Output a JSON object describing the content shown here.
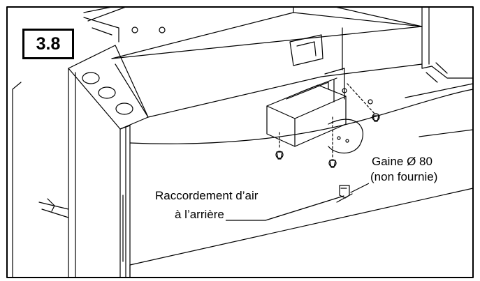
{
  "figure": {
    "step_number": "3.8",
    "labels": {
      "duct_line1": "Gaine Ø 80",
      "duct_line2": "(non fournie)",
      "air_line1": "Raccordement d’air",
      "air_line2": "à l’arrière"
    }
  }
}
